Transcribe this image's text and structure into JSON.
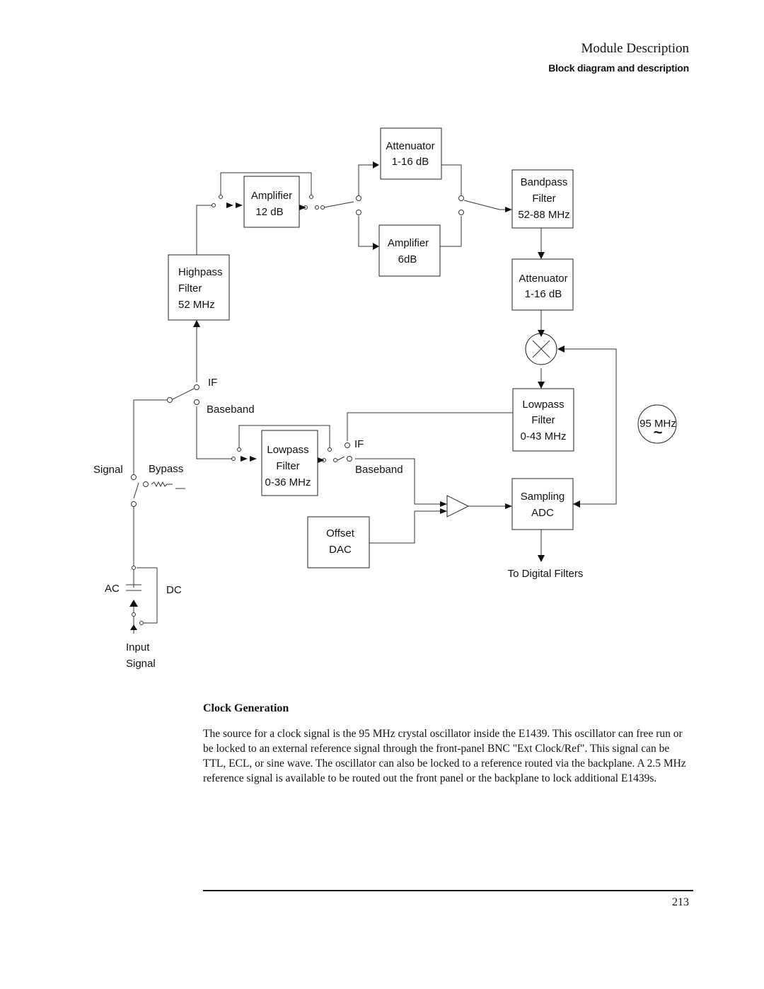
{
  "header": {
    "title": "Module Description",
    "subtitle": "Block diagram and description"
  },
  "diagram": {
    "highpass": [
      "Highpass",
      "Filter",
      "52 MHz"
    ],
    "amp12": [
      "Amplifier",
      "12 dB"
    ],
    "atten_top": [
      "Attenuator",
      "1-16 dB"
    ],
    "amp6": [
      "Amplifier",
      "6dB"
    ],
    "bandpass": [
      "Bandpass",
      "Filter",
      "52-88 MHz"
    ],
    "atten_right": [
      "Attenuator",
      "1-16 dB"
    ],
    "lowpass43": [
      "Lowpass",
      "Filter",
      "0-43 MHz"
    ],
    "lowpass36": [
      "Lowpass",
      "Filter",
      "0-36 MHz"
    ],
    "offset_dac": [
      "Offset",
      "DAC"
    ],
    "adc": [
      "Sampling",
      "ADC"
    ],
    "osc": [
      "95 MHz",
      "~"
    ],
    "labels": {
      "if_top": "IF",
      "baseband_top": "Baseband",
      "if_mid": "IF",
      "baseband_mid": "Baseband",
      "signal": "Signal",
      "bypass": "Bypass",
      "ac": "AC",
      "dc": "DC",
      "input": [
        "Input",
        "Signal"
      ],
      "to_digital": "To Digital Filters"
    }
  },
  "section": {
    "heading": "Clock Generation",
    "body": "The source for a clock signal is the 95 MHz crystal oscillator inside the E1439. This oscillator can free run or be locked to an external reference signal through the front-panel BNC \"Ext Clock/Ref\". This signal can be TTL, ECL, or sine wave. The oscillator can also be locked to a reference routed via the backplane. A 2.5 MHz reference signal is available to be routed out the front panel or the backplane to lock additional E1439s."
  },
  "footer": {
    "page_number": "213"
  }
}
